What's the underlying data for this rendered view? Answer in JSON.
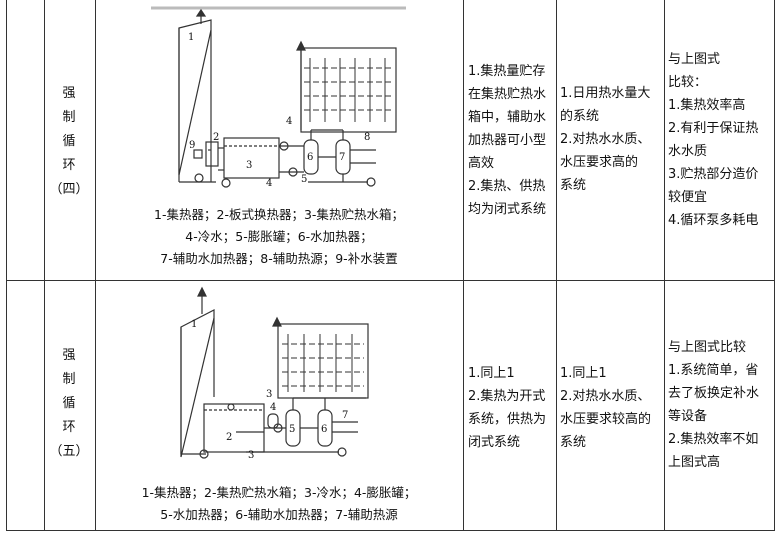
{
  "rows": [
    {
      "mode_chars": [
        "强",
        "制",
        "循",
        "环",
        "（四）"
      ],
      "caption_lines": [
        "1-集热器；2-板式换热器；3-集热贮热水箱；",
        "4-冷水；5-膨胀罐；6-水加热器；",
        "7-辅助水加热器；8-辅助热源；9-补水装置"
      ],
      "diagram_numbers": [
        "1",
        "2",
        "3",
        "4",
        "5",
        "6",
        "7",
        "8",
        "9",
        "4"
      ],
      "features": "1.集热量贮存\n在集热贮热水\n箱中，辅助水\n加热器可小型\n高效\n2.集热、供热\n均为闭式系统",
      "application": "1.日用热水量大\n的系统\n2.对热水水质、\n水压要求高的\n系统",
      "comparison": "与上图式\n比较：\n1.集热效率高\n2.有利于保证热\n水水质\n3.贮热部分造价\n较便宜\n4.循环泵多耗电"
    },
    {
      "mode_chars": [
        "强",
        "制",
        "循",
        "环",
        "（五）"
      ],
      "caption_lines": [
        "1-集热器；2-集热贮热水箱；3-冷水；4-膨胀罐；",
        "5-水加热器；6-辅助水加热器；7-辅助热源"
      ],
      "diagram_numbers": [
        "1",
        "2",
        "3",
        "3",
        "4",
        "5",
        "6",
        "7"
      ],
      "features": "1.同上1\n2.集热为开式\n系统，供热为\n闭式系统",
      "application": "1.同上1\n2.对热水水质、\n水压要求较高的\n系统",
      "comparison": "与上图式比较\n1.系统简单，省\n去了板换定补水\n等设备\n2.集热效率不如\n上图式高"
    }
  ]
}
